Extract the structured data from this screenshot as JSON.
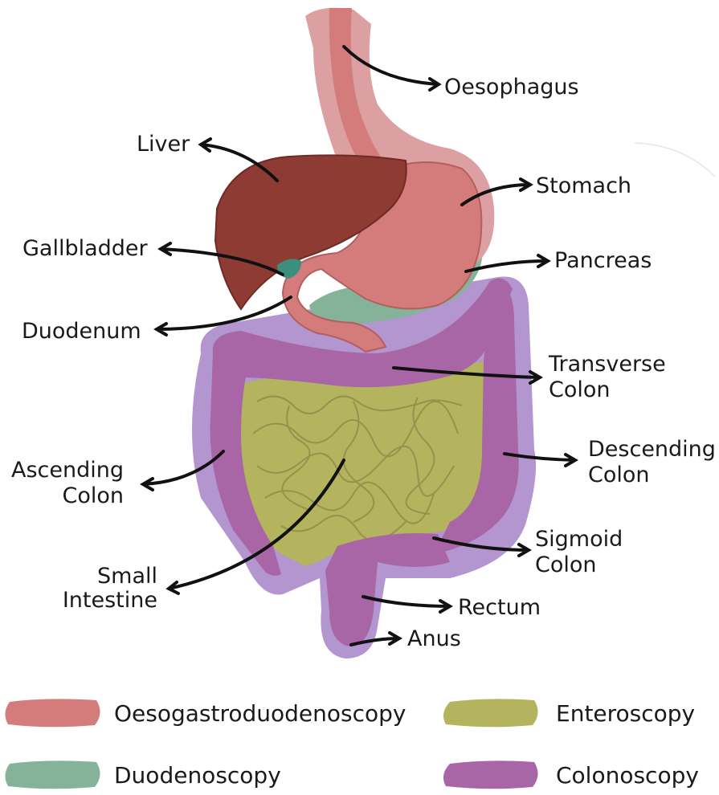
{
  "labels": {
    "oesophagus": "Oesophagus",
    "liver": "Liver",
    "stomach": "Stomach",
    "gallbladder": "Gallbladder",
    "pancreas": "Pancreas",
    "duodenum": "Duodenum",
    "transverse_colon_1": "Transverse",
    "transverse_colon_2": "Colon",
    "ascending_colon_1": "Ascending",
    "ascending_colon_2": "Colon",
    "descending_colon_1": "Descending",
    "descending_colon_2": "Colon",
    "sigmoid_colon_1": "Sigmoid",
    "sigmoid_colon_2": "Colon",
    "small_intestine_1": "Small",
    "small_intestine_2": "Intestine",
    "rectum": "Rectum",
    "anus": "Anus"
  },
  "legend": [
    {
      "label": "Oesogastroduodenoscopy",
      "color": "#d47c7c"
    },
    {
      "label": "Enteroscopy",
      "color": "#b4b35e"
    },
    {
      "label": "Duodenoscopy",
      "color": "#85b39a"
    },
    {
      "label": "Colonoscopy",
      "color": "#a966a6"
    }
  ],
  "colors": {
    "oesophagus_outer": "#dda0a2",
    "oesophagus_inner": "#d47c7c",
    "stomach": "#d47c7c",
    "liver": "#8e3b34",
    "gallbladder": "#3d8f7d",
    "pancreas": "#85b39a",
    "colon_outer": "#b395d0",
    "colon": "#a966a6",
    "small_intestine": "#b4b35e"
  }
}
